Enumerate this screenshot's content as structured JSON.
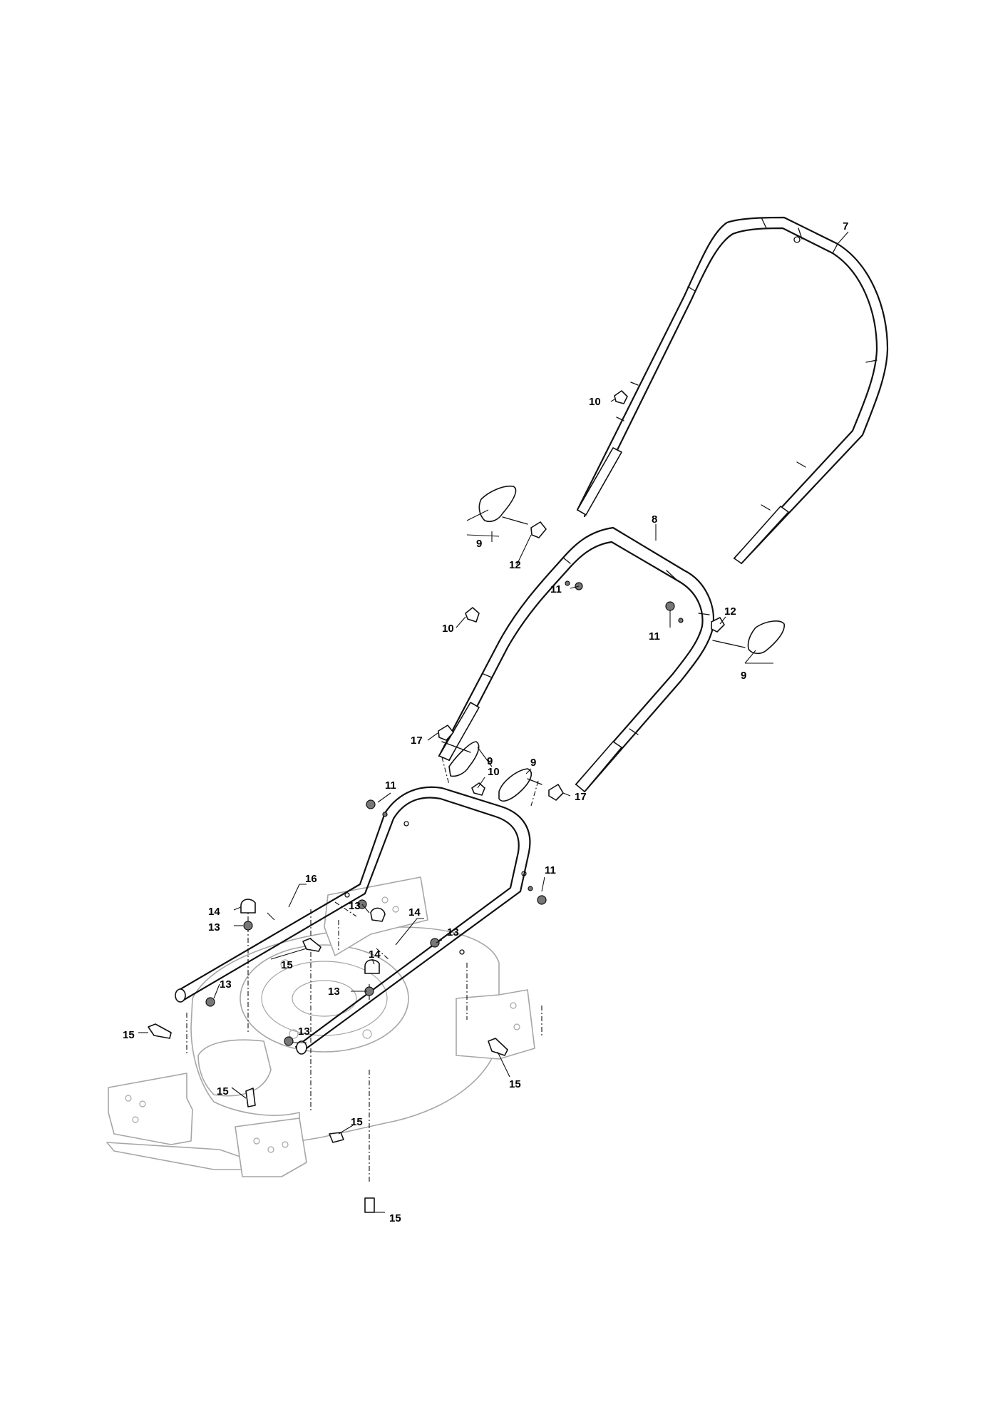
{
  "callouts": {
    "c7": "7",
    "c8": "8",
    "c9a": "9",
    "c9b": "9",
    "c9c": "9",
    "c9d": "9",
    "c10a": "10",
    "c10b": "10",
    "c10c": "10",
    "c11a": "11",
    "c11b": "11",
    "c11c": "11",
    "c11d": "11",
    "c12a": "12",
    "c12b": "12",
    "c13a": "13",
    "c13b": "13",
    "c13c": "13",
    "c13d": "13",
    "c13e": "13",
    "c13f": "13",
    "c14a": "14",
    "c14b": "14",
    "c14c": "14",
    "c15a": "15",
    "c15b": "15",
    "c15c": "15",
    "c15d": "15",
    "c15e": "15",
    "c15f": "15",
    "c16": "16",
    "c17a": "17",
    "c17b": "17"
  }
}
